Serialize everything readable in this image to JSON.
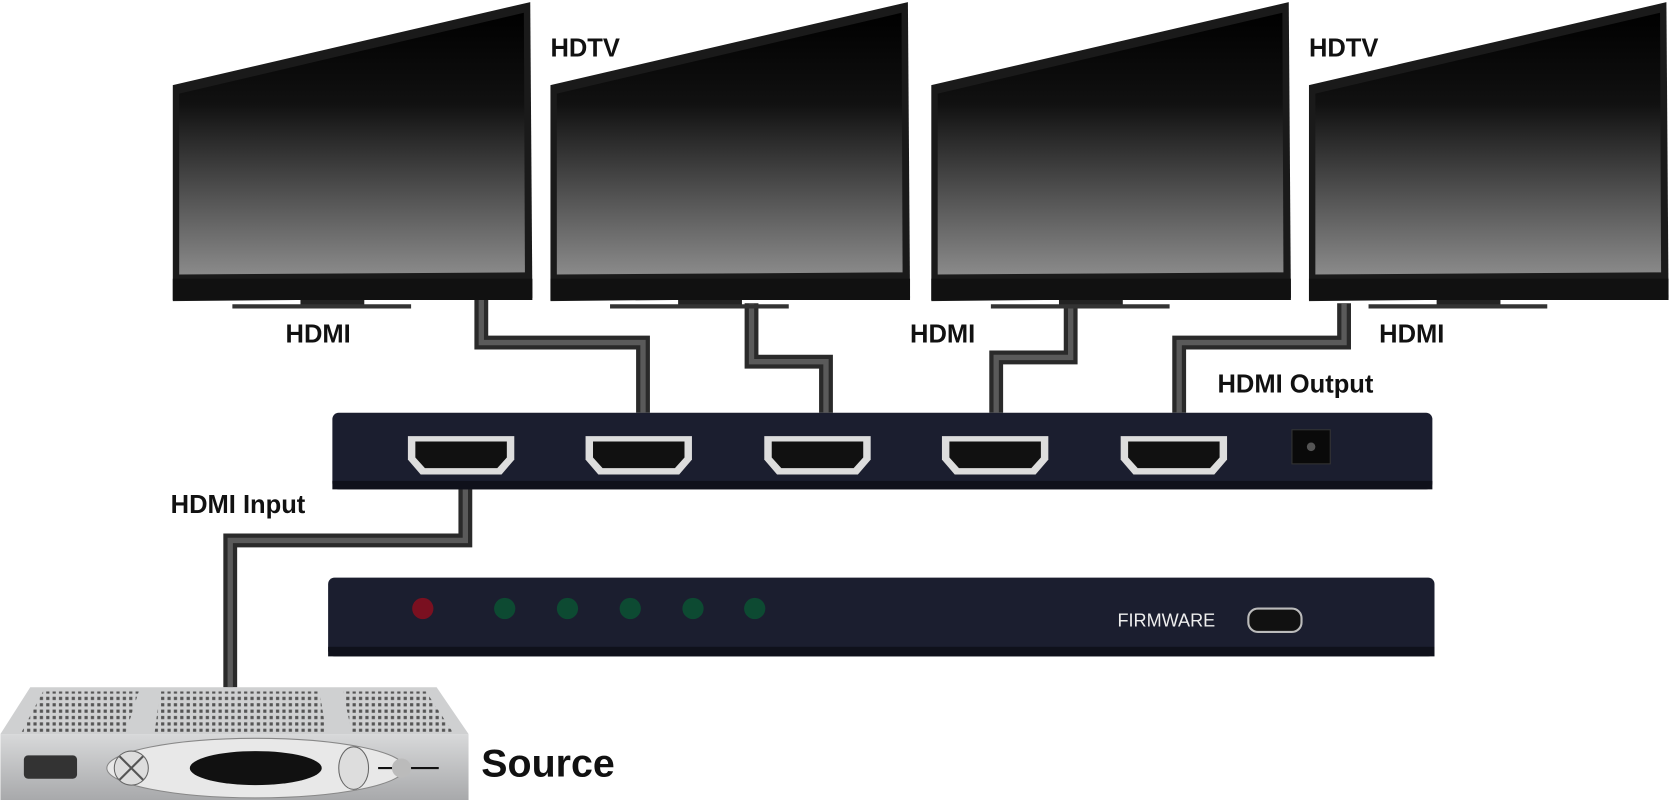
{
  "labels": {
    "hdtv_left": "HDTV",
    "hdtv_right": "HDTV",
    "hdmi_1": "HDMI",
    "hdmi_2": "HDMI",
    "hdmi_3": "HDMI",
    "hdmi_output": "HDMI Output",
    "hdmi_input": "HDMI Input",
    "firmware": "FIRMWARE",
    "source": "Source"
  },
  "colors": {
    "splitter_body": "#1b1e2f",
    "cable": "#3a3a3a",
    "led_power": "#7a1020",
    "led_output": "#0d4a32",
    "source_box": "#c9cacb"
  },
  "device": {
    "output_port_count": 4,
    "input_port_count": 1,
    "output_led_count": 5
  }
}
